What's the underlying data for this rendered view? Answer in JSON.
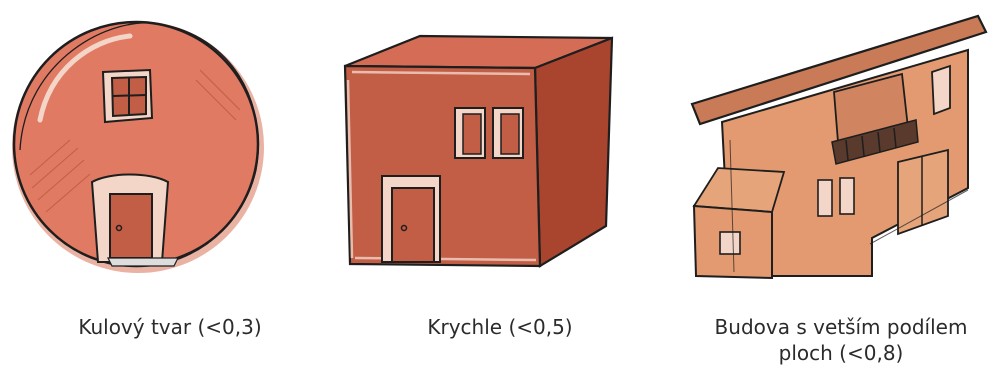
{
  "items": [
    {
      "caption": "Kulový tvar (<0,3)"
    },
    {
      "caption": "Krychle (<0,5)"
    },
    {
      "caption": "Budova s vetším podílem ploch (<0,8)"
    }
  ],
  "colors": {
    "sphere_fill": "#e07a63",
    "cube_front": "#c25d46",
    "cube_top": "#d56c55",
    "building_fill": "#e39a70",
    "ink": "#1e1e1e",
    "highlight": "#f3d6c8"
  }
}
